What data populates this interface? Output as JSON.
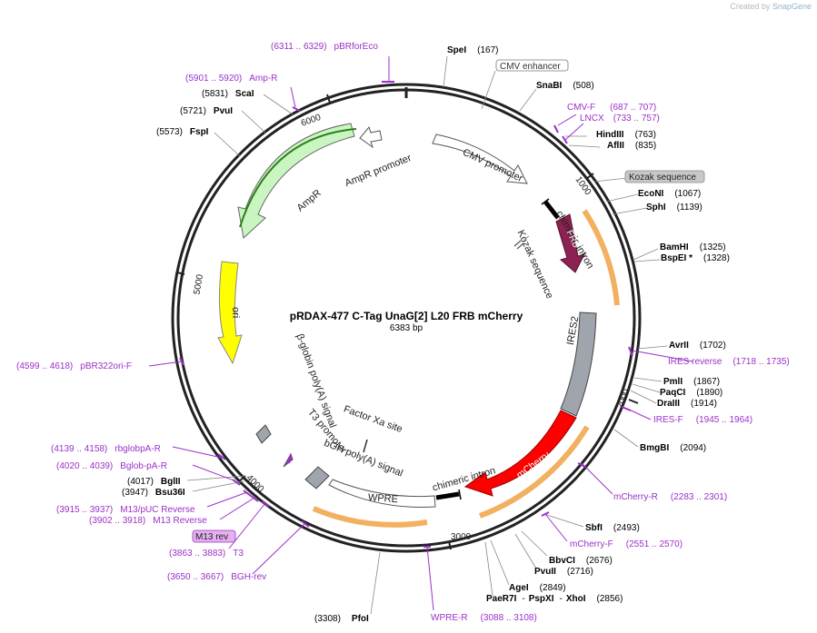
{
  "app": {
    "credit_prefix": "Created by",
    "credit_brand": "SnapGene"
  },
  "plasmid": {
    "name": "pRDAX-477 C-Tag UnaG[2] L20 FRB mCherry",
    "length": "6383 bp"
  },
  "ticks": [
    "1000",
    "2000",
    "3000",
    "4000",
    "5000",
    "6000"
  ],
  "features": {
    "cmv_promoter": "CMV promoter",
    "chimeric_intron_top": "chimeric intron",
    "frb": "FRB",
    "kozak": "Kozak sequence",
    "ires2": "IRES2",
    "mcherry": "mCherry",
    "chimeric_intron_bottom": "chimeric intron",
    "wpre": "WPRE",
    "bgh": "bGH poly(A) signal",
    "factor_xa": "Factor Xa site",
    "t3_promoter": "T3 promoter",
    "beta_globin": "β-globin poly(A) signal",
    "ori": "ori",
    "ampr": "AmpR",
    "ampr_promoter": "AmpR promoter"
  },
  "boxed_labels": {
    "cmv_enhancer": "CMV enhancer",
    "kozak_sequence": "Kozak sequence",
    "m13_rev": "M13 rev"
  },
  "enzymes": [
    {
      "name": "SpeI",
      "pos": "(167)"
    },
    {
      "name": "SnaBI",
      "pos": "(508)"
    },
    {
      "name": "HindIII",
      "pos": "(763)"
    },
    {
      "name": "AflII",
      "pos": "(835)"
    },
    {
      "name": "EcoNI",
      "pos": "(1067)"
    },
    {
      "name": "SphI",
      "pos": "(1139)"
    },
    {
      "name": "BamHI",
      "pos": "(1325)"
    },
    {
      "name": "BspEI *",
      "pos": "(1328)"
    },
    {
      "name": "AvrII",
      "pos": "(1702)"
    },
    {
      "name": "PmlI",
      "pos": "(1867)"
    },
    {
      "name": "PaqCI",
      "pos": "(1890)"
    },
    {
      "name": "DraIII",
      "pos": "(1914)"
    },
    {
      "name": "BmgBI",
      "pos": "(2094)"
    },
    {
      "name": "SbfI",
      "pos": "(2493)"
    },
    {
      "name": "BbvCI",
      "pos": "(2676)"
    },
    {
      "name": "PvuII",
      "pos": "(2716)"
    },
    {
      "name": "AgeI",
      "pos": "(2849)"
    },
    {
      "name": "PaeR7I",
      "pos": ""
    },
    {
      "name": "PspXI",
      "pos": ""
    },
    {
      "name": "XhoI",
      "pos": "(2856)"
    },
    {
      "name": "PfoI",
      "pos": "(3308)"
    },
    {
      "name": "Bsu36I",
      "pos": "(3947)"
    },
    {
      "name": "BglII",
      "pos": "(4017)"
    },
    {
      "name": "FspI",
      "pos": "(5573)"
    },
    {
      "name": "PvuI",
      "pos": "(5721)"
    },
    {
      "name": "ScaI",
      "pos": "(5831)"
    }
  ],
  "primers": [
    {
      "name": "pBRforEco",
      "range": "(6311 .. 6329)"
    },
    {
      "name": "Amp-R",
      "range": "(5901 .. 5920)"
    },
    {
      "name": "CMV-F",
      "range": "(687 .. 707)"
    },
    {
      "name": "LNCX",
      "range": "(733 .. 757)"
    },
    {
      "name": "IRES reverse",
      "range": "(1718 .. 1735)"
    },
    {
      "name": "IRES-F",
      "range": "(1945 .. 1964)"
    },
    {
      "name": "mCherry-R",
      "range": "(2283 .. 2301)"
    },
    {
      "name": "mCherry-F",
      "range": "(2551 .. 2570)"
    },
    {
      "name": "WPRE-R",
      "range": "(3088 .. 3108)"
    },
    {
      "name": "BGH-rev",
      "range": "(3650 .. 3667)"
    },
    {
      "name": "T3",
      "range": "(3863 .. 3883)"
    },
    {
      "name": "M13 Reverse",
      "range": "(3902 .. 3918)"
    },
    {
      "name": "M13/pUC Reverse",
      "range": "(3915 .. 3937)"
    },
    {
      "name": "Bglob-pA-R",
      "range": "(4020 .. 4039)"
    },
    {
      "name": "rbglobpA-R",
      "range": "(4139 .. 4158)"
    },
    {
      "name": "pBR322ori-F",
      "range": "(4599 .. 4618)"
    }
  ],
  "colors": {
    "backbone": "#222222",
    "enzyme_text": "#000000",
    "primer": "#9b30c8",
    "frb": "#8b2252",
    "mcherry": "#ff0000",
    "ires2": "#a0a4ac",
    "ori": "#ffff00",
    "ampr": "#c8f5c0",
    "orf_band": "#f2b060",
    "m13_box": "#e5b0f0"
  }
}
